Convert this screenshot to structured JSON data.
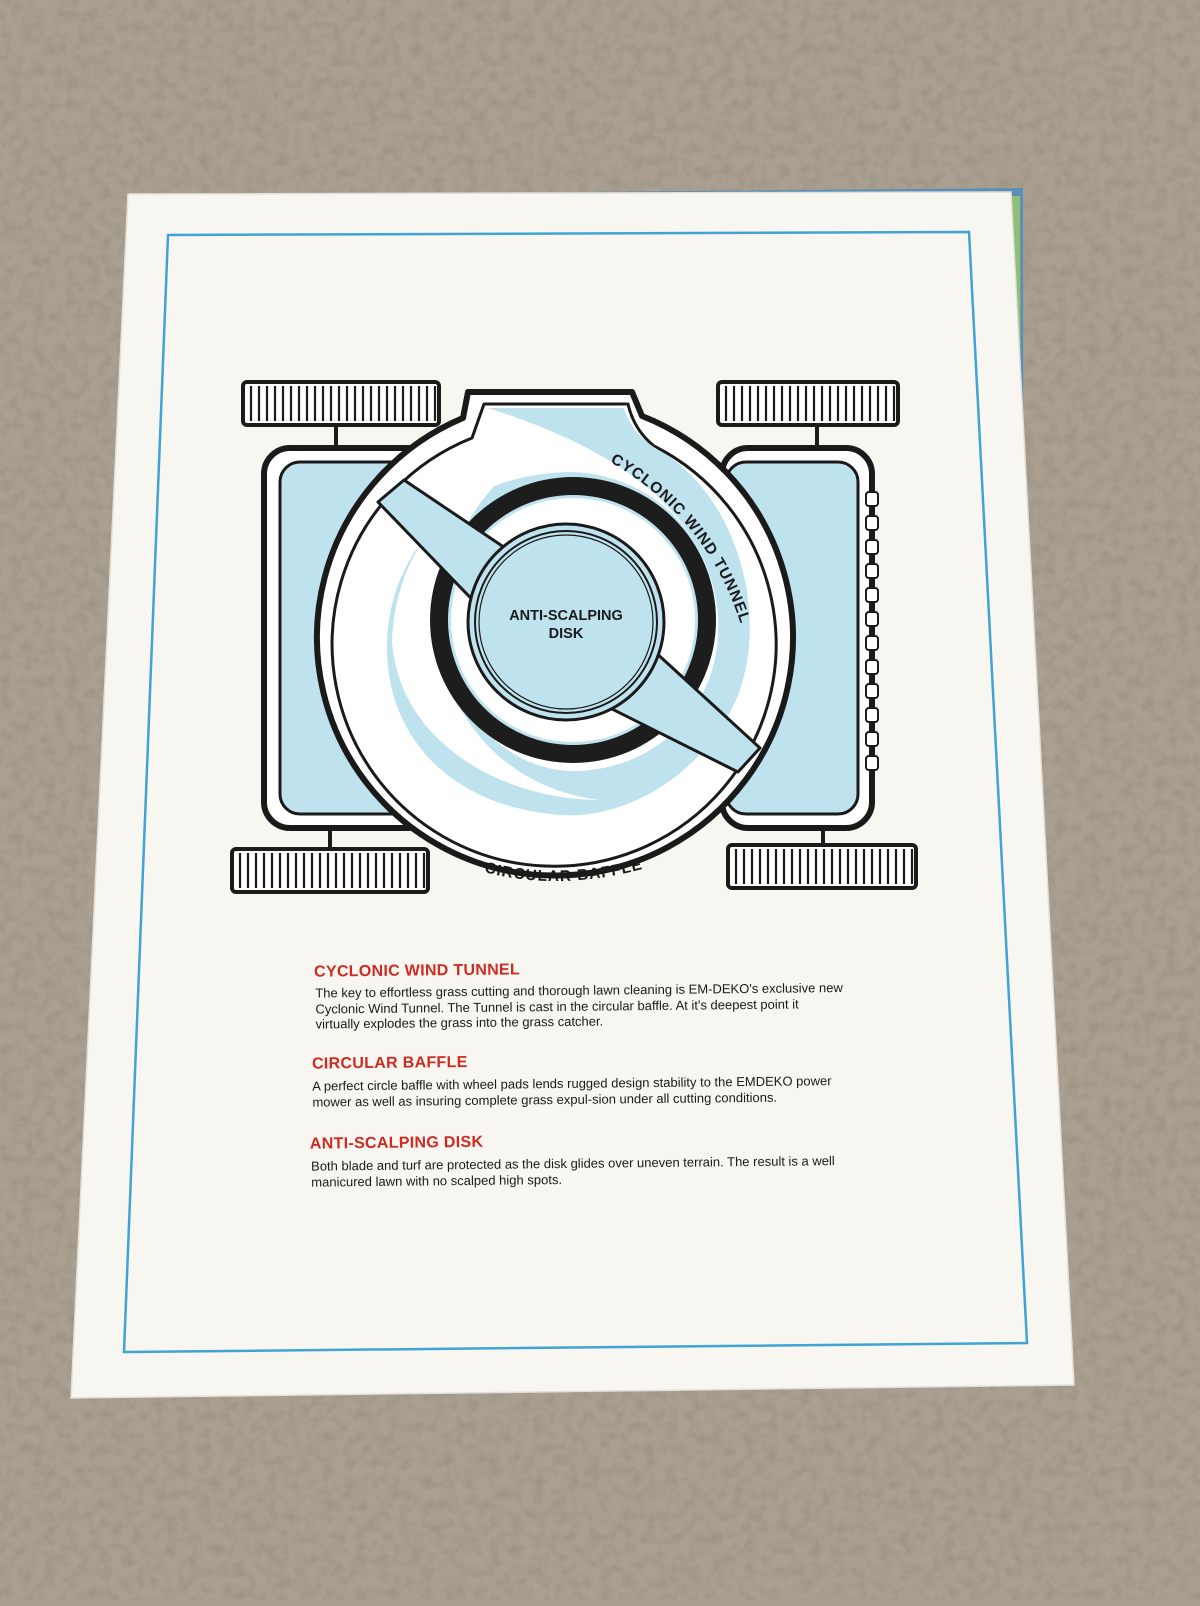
{
  "diagram": {
    "tunnel_label": "CYCLONIC WIND TUNNEL",
    "disk_label_line1": "ANTI-SCALPING",
    "disk_label_line2": "DISK",
    "baffle_label": "CIRCULAR BAFFLE"
  },
  "sections": [
    {
      "title": "CYCLONIC WIND TUNNEL",
      "body": "The key to effortless grass cutting and thorough lawn cleaning is EM-DEKO's exclusive new Cyclonic Wind Tunnel.  The Tunnel is cast in the circular baffle.  At it's deepest point it virtually explodes the grass into the grass catcher."
    },
    {
      "title": "CIRCULAR BAFFLE",
      "body": "A perfect circle baffle with wheel pads lends rugged design stability to the EMDEKO power mower as well as insuring complete grass expul-sion under all cutting conditions."
    },
    {
      "title": "ANTI-SCALPING DISK",
      "body": "Both blade and turf are protected as the disk glides over uneven terrain. The result is a well manicured lawn with no scalped high spots."
    }
  ],
  "colors": {
    "carpet": "#a99e8f",
    "paper": "#f7f6f1",
    "border_line": "#3fa3d6",
    "diagram_blue": "#bfe3ee",
    "heading_red": "#d12a22",
    "ink": "#1a1a1a"
  }
}
